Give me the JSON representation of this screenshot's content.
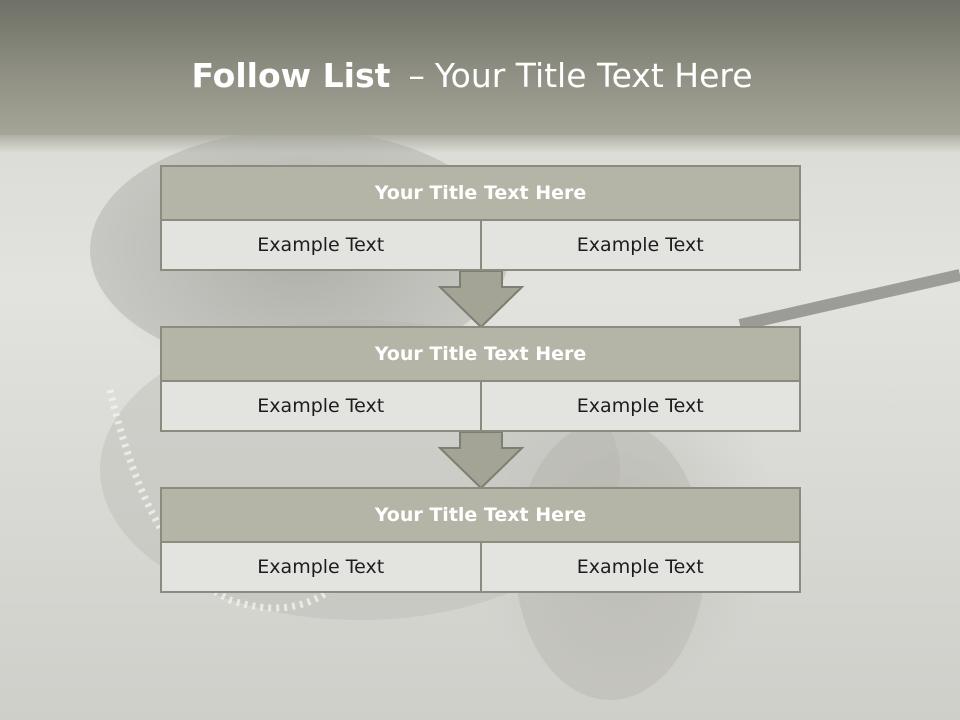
{
  "slide": {
    "title_bold": "Follow List",
    "title_dash": "–",
    "title_rest": "Your Title Text Here"
  },
  "steps": [
    {
      "title": "Your Title Text Here",
      "left": "Example Text",
      "right": "Example Text"
    },
    {
      "title": "Your Title Text Here",
      "left": "Example Text",
      "right": "Example Text"
    },
    {
      "title": "Your Title Text Here",
      "left": "Example Text",
      "right": "Example Text"
    }
  ],
  "colors": {
    "title_band": "#8f9083",
    "step_header": "#b4b4a7",
    "step_cell": "#e3e4e0",
    "border": "#8b8b80",
    "arrow_fill": "#a3a496"
  }
}
